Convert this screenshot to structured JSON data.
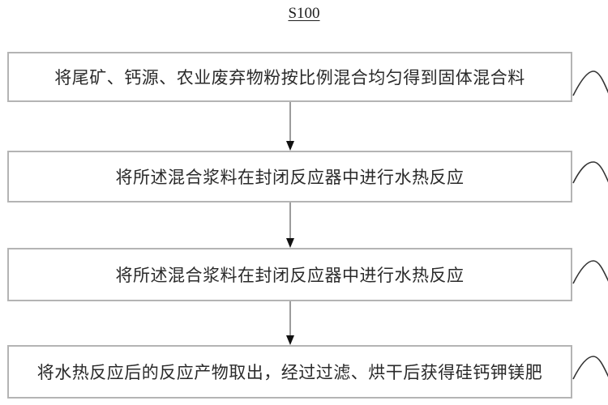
{
  "diagram": {
    "title": "S100",
    "steps": [
      {
        "id": "step-1",
        "text": "将尾矿、钙源、农业废弃物粉按比例混合均匀得到固体混合料"
      },
      {
        "id": "step-2",
        "text": "将所述混合浆料在封闭反应器中进行水热反应"
      },
      {
        "id": "step-3",
        "text": "将所述混合浆料在封闭反应器中进行水热反应"
      },
      {
        "id": "step-4",
        "text": "将水热反应后的反应产物取出，经过过滤、烘干后获得硅钙钾镁肥"
      }
    ],
    "connectors": [
      {
        "from": "step-1",
        "to": "step-2",
        "type": "arrow-down"
      },
      {
        "from": "step-2",
        "to": "step-3",
        "type": "arrow-down"
      },
      {
        "from": "step-3",
        "to": "step-4",
        "type": "arrow-down"
      }
    ],
    "colors": {
      "box_border": "#b4b4b4",
      "text": "#2a2a2a",
      "connector": "#555555",
      "arrowhead": "#111111"
    }
  }
}
